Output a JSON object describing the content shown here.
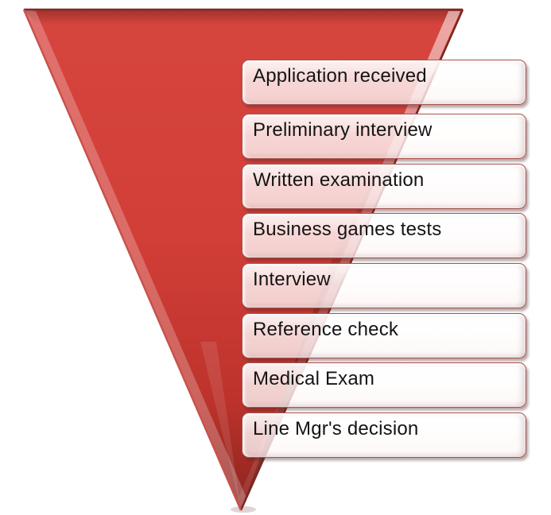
{
  "diagram": {
    "kind": "inverted-pyramid-process",
    "steps": [
      {
        "label": "Application received"
      },
      {
        "label": "Preliminary interview"
      },
      {
        "label": "Written examination"
      },
      {
        "label": "Business games tests"
      },
      {
        "label": "Interview"
      },
      {
        "label": "Reference check"
      },
      {
        "label": "Medical Exam"
      },
      {
        "label": "Line Mgr's decision"
      }
    ],
    "colors": {
      "funnel_red": "#d4413b",
      "funnel_dark_red": "#8a241e",
      "funnel_edge_dark": "#7d2b27",
      "funnel_edge_light": "#c8524b",
      "box_border": "#a9534e",
      "box_fill": "#ffffff",
      "box_text": "#141414",
      "background": "#ffffff"
    }
  }
}
